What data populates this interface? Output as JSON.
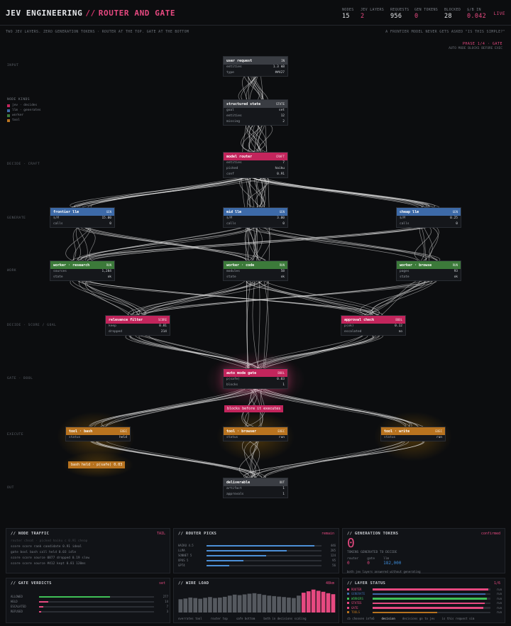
{
  "header": {
    "brand": "JEV ENGINEERING",
    "sep": "//",
    "page": "ROUTER AND GATE",
    "live": "LIVE",
    "stats": [
      {
        "label": "NODES",
        "value": "15"
      },
      {
        "label": "JEV LAYERS",
        "value": "2"
      },
      {
        "label": "REQUESTS",
        "value": "956"
      },
      {
        "label": "GEN TOKENS",
        "value": "0"
      },
      {
        "label": "BLOCKED",
        "value": "28"
      },
      {
        "label": "$/B IN",
        "value": "0.042"
      }
    ]
  },
  "subline": "TWO JEV LAYERS. ZERO GENERATION TOKENS · ROUTER AT THE TOP. GATE AT THE BOTTOM",
  "quote": "A FRONTIER MODEL NEVER GETS ASKED \"IS THIS SIMPLE?\"",
  "phase": {
    "label": "PHASE 1/4 · GATE",
    "sub": "AUTO MODE BLOCKS BEFORE EXEC"
  },
  "lanes": [
    "INPUT",
    "DECIDE · CRAFT",
    "GENERATE",
    "WORK",
    "DECIDE · SCORE / GOAL",
    "GATE · BOOL",
    "EXECUTE",
    "OUT"
  ],
  "legend": {
    "title": "NODE KINDS",
    "items": [
      {
        "label": "jev · decides",
        "color": "#c2255c"
      },
      {
        "label": "llm · generates",
        "color": "#3d6aa8"
      },
      {
        "label": "worker",
        "color": "#3c7a3a"
      },
      {
        "label": "tool",
        "color": "#b8731f"
      }
    ]
  },
  "nodes": {
    "user_request": {
      "title": "user request",
      "tag": "IN",
      "rows": [
        [
          "entities",
          "1.3 kB"
        ],
        [
          "type",
          "##427"
        ]
      ]
    },
    "structured_state": {
      "title": "structured state",
      "tag": "STATE",
      "rows": [
        [
          "goal",
          "set"
        ],
        [
          "entities",
          "12"
        ],
        [
          "missing",
          "2"
        ]
      ]
    },
    "model_router": {
      "title": "model router",
      "tag": "CRAFT",
      "rows": [
        [
          "entities",
          "7"
        ],
        [
          "picked",
          "haiku"
        ],
        [
          "conf",
          "0.91"
        ]
      ]
    },
    "frontier_llm": {
      "title": "frontier llm",
      "tag": "GEN",
      "rows": [
        [
          "$/M",
          "15.00"
        ],
        [
          "calls",
          "0"
        ]
      ]
    },
    "mid_llm": {
      "title": "mid llm",
      "tag": "GEN",
      "rows": [
        [
          "$/M",
          "3.00"
        ],
        [
          "calls",
          "0"
        ]
      ]
    },
    "cheap_llm": {
      "title": "cheap llm",
      "tag": "GEN",
      "rows": [
        [
          "$/M",
          "0.25"
        ],
        [
          "calls",
          "0"
        ]
      ]
    },
    "worker_research": {
      "title": "worker · research",
      "tag": "RUN",
      "rows": [
        [
          "sources",
          "1,284"
        ],
        [
          "state",
          "ok"
        ]
      ]
    },
    "worker_code": {
      "title": "worker · code",
      "tag": "RUN",
      "rows": [
        [
          "modules",
          "58"
        ],
        [
          "state",
          "ok"
        ]
      ]
    },
    "worker_browse": {
      "title": "worker · browse",
      "tag": "RUN",
      "rows": [
        [
          "pages",
          "93"
        ],
        [
          "state",
          "ok"
        ]
      ]
    },
    "relevance_filter": {
      "title": "relevance filter",
      "tag": "SCORE",
      "rows": [
        [
          "keep",
          "0.81"
        ],
        [
          "dropped",
          "214"
        ]
      ]
    },
    "approval_check": {
      "title": "approval check",
      "tag": "BOOL",
      "rows": [
        [
          "p(ok)",
          "0.12"
        ],
        [
          "escalated",
          "no"
        ]
      ]
    },
    "auto_mode_gate": {
      "title": "auto mode gate",
      "tag": "BOOL",
      "rows": [
        [
          "p(safe)",
          "0.03"
        ],
        [
          "blocks",
          "1"
        ]
      ]
    },
    "tool_bash": {
      "title": "tool · bash",
      "tag": "EXEC",
      "rows": [
        [
          "status",
          "held"
        ]
      ]
    },
    "tool_browser": {
      "title": "tool · browser",
      "tag": "EXEC",
      "rows": [
        [
          "status",
          "run"
        ]
      ]
    },
    "tool_write": {
      "title": "tool · write",
      "tag": "EXEC",
      "rows": [
        [
          "status",
          "run"
        ]
      ]
    },
    "deliverable": {
      "title": "deliverable",
      "tag": "OUT",
      "rows": [
        [
          "artifact",
          "1"
        ],
        [
          "approvals",
          "1"
        ]
      ]
    }
  },
  "tags": {
    "blocks": "blocks before it executes",
    "held": "bash held · p(safe) 0.03"
  },
  "panels": {
    "traffic": {
      "title": "// NODE TRAFFIC",
      "right": "TAIL",
      "lines": [
        "router cheat · picked haiku c 0.91 cheap",
        "score score rank candidate 0.91 ideal",
        "gate bool bash call held 0.03 idle",
        "score score source 0877 dropped 0.19 slow",
        "score score source #412 kept 0.81 120ms"
      ]
    },
    "router": {
      "title": "// ROUTER PICKS",
      "right": "remain",
      "rows": [
        {
          "label": "HAIKU 4.5",
          "v": 0.94,
          "n": "446"
        },
        {
          "label": "LLMA",
          "v": 0.7,
          "n": "285"
        },
        {
          "label": "SONNET 5",
          "v": 0.52,
          "n": "124"
        },
        {
          "label": "OPUS 5",
          "v": 0.32,
          "n": "95"
        },
        {
          "label": "GPT4",
          "v": 0.2,
          "n": "56"
        }
      ]
    },
    "gen": {
      "title": "// GENERATION TOKENS",
      "right": "confirmed",
      "big": "0",
      "sub": "TOKENS GENERATED TO DECIDE",
      "cols": [
        {
          "k": "router",
          "v": "0"
        },
        {
          "k": "gate",
          "v": "0"
        },
        {
          "k": "llm",
          "v": "182,000"
        }
      ],
      "foot": "both jev layers answered without generating"
    },
    "verdicts": {
      "title": "// GATE VERDICTS",
      "right": "set",
      "rows": [
        {
          "label": "ALLOWED",
          "v": 0.62,
          "n": "277",
          "color": "#40c057"
        },
        {
          "label": "HELD",
          "v": 0.08,
          "n": "14",
          "color": "#e64980"
        },
        {
          "label": "ESCALATED",
          "v": 0.04,
          "n": "7",
          "color": "#e64980"
        },
        {
          "label": "REFUSED",
          "v": 0.02,
          "n": "3",
          "color": "#e64980"
        }
      ]
    },
    "wire": {
      "title": "// WIRE LOAD",
      "right": "48km",
      "bars": [
        0.55,
        0.58,
        0.62,
        0.6,
        0.57,
        0.61,
        0.64,
        0.6,
        0.62,
        0.65,
        0.7,
        0.74,
        0.72,
        0.75,
        0.78,
        0.8,
        0.77,
        0.73,
        0.7,
        0.68,
        0.66,
        0.64,
        0.62,
        0.6,
        0.7,
        0.82,
        0.88,
        0.95,
        0.9,
        0.86,
        0.8,
        0.76
      ],
      "foot": [
        "overrates tool",
        "router top",
        "safe bottom",
        "both in decisions scaling"
      ]
    },
    "layer": {
      "title": "// LAYER STATUS",
      "right": "1/6",
      "rows": [
        {
          "label": "ROUTER",
          "v": 0.98,
          "color": "#e64980",
          "n": "run"
        },
        {
          "label": "GENERATE",
          "v": 0.96,
          "color": "#3d6aa8",
          "n": "run"
        },
        {
          "label": "WORKERS",
          "v": 0.97,
          "color": "#40c057",
          "n": "run"
        },
        {
          "label": "STATES",
          "v": 0.95,
          "color": "#e64980",
          "n": "run"
        },
        {
          "label": "GATE",
          "v": 0.94,
          "color": "#e64980",
          "n": "run"
        },
        {
          "label": "TOOLS",
          "v": 0.55,
          "color": "#b8731f",
          "n": "run"
        }
      ],
      "foot": [
        "cb choosen info6",
        "decision",
        "decisions go to jev",
        "is this request sim"
      ]
    }
  }
}
